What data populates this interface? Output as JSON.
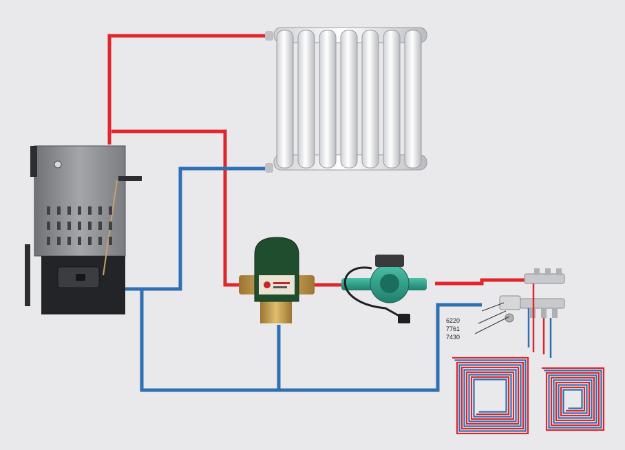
{
  "diagram": {
    "colors": {
      "background": "#e9e9eb",
      "supply_pipe": "#e0262b",
      "return_pipe": "#2f6fb3",
      "radiator": "#f2f2f2",
      "boiler_body": "#8a8c90",
      "valve_body": "#1f4d2e",
      "pump_body": "#2aa08a",
      "brass": "#c8a050"
    },
    "components": {
      "radiator": {
        "icon": "radiator-icon"
      },
      "boiler": {
        "icon": "solid-fuel-boiler-icon"
      },
      "mixing_valve": {
        "icon": "three-way-valve-icon"
      },
      "pump": {
        "icon": "circulation-pump-icon"
      },
      "manifold": {
        "icon": "floor-heating-manifold-icon",
        "labels": [
          "6220",
          "7761",
          "7430"
        ]
      },
      "floor_loops": {
        "icon": "underfloor-loop-icon",
        "count": 2
      }
    }
  }
}
